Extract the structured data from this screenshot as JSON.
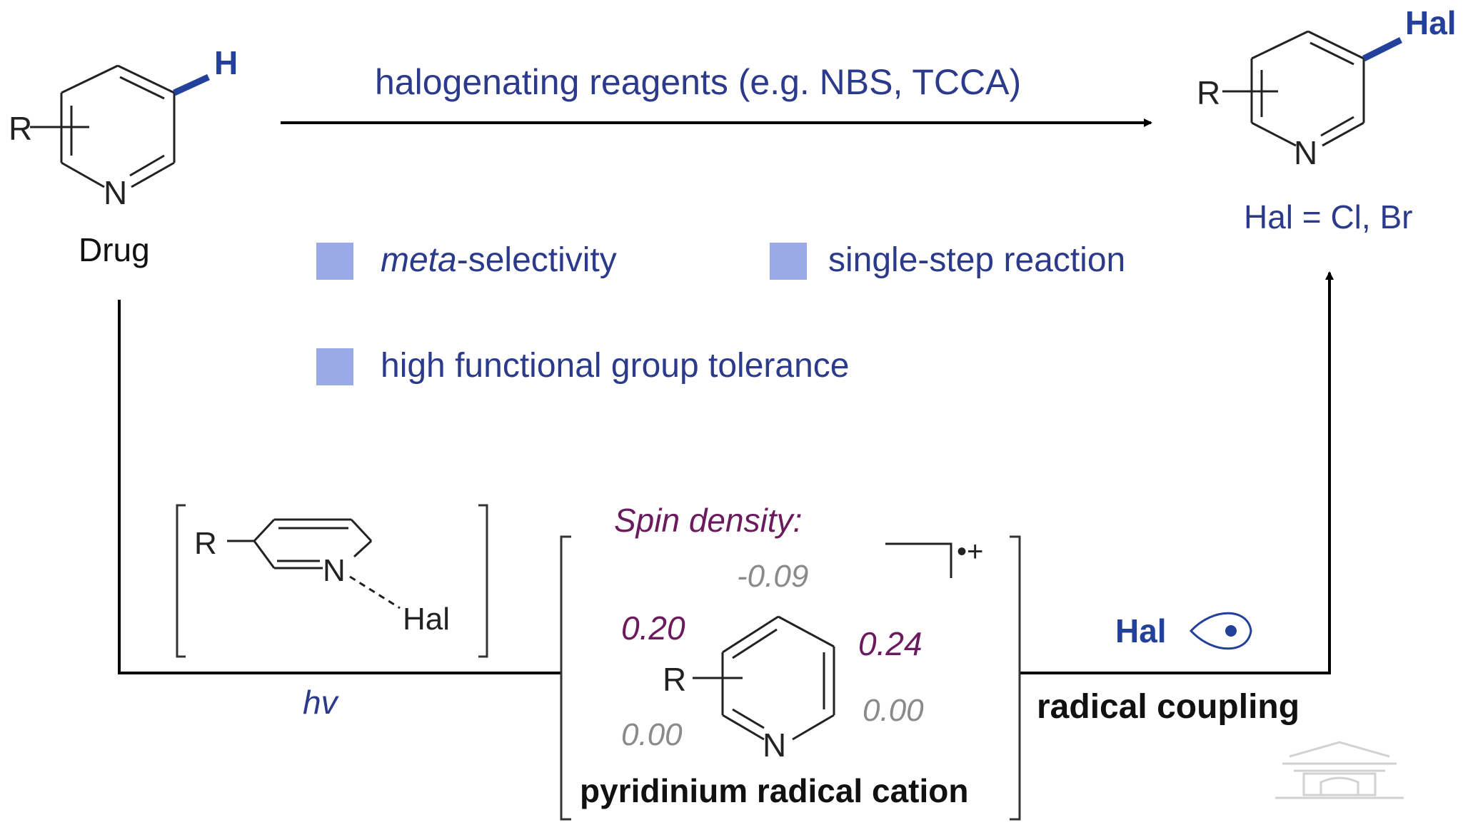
{
  "reaction": {
    "reagents_label": "halogenating reagents (e.g. NBS, TCCA)",
    "hv_label": "hv",
    "radical_coupling_label": "radical coupling"
  },
  "drug": {
    "label": "Drug",
    "r_label": "R",
    "n_label": "N",
    "h_label": "H"
  },
  "product": {
    "r_label": "R",
    "n_label": "N",
    "hal_label": "Hal",
    "definition": "Hal = Cl, Br"
  },
  "features": [
    {
      "prefix": "meta",
      "text": "-selectivity"
    },
    {
      "text": "single-step reaction"
    },
    {
      "text": "high functional group tolerance"
    }
  ],
  "complex": {
    "r_label": "R",
    "n_label": "N",
    "hal_label": "Hal"
  },
  "radical_cation": {
    "spin_title": "Spin density:",
    "charge": "•+",
    "r_label": "R",
    "n_label": "N",
    "values": [
      "-0.09",
      "0.20",
      "0.24",
      "0.00",
      "0.00"
    ],
    "caption": "pyridinium radical cation"
  },
  "hal_radical": {
    "label": "Hal"
  },
  "colors": {
    "navy": "#2b3a8a",
    "blue_bond": "#23409a",
    "square": "#9aaae6",
    "purple": "#6b1a5e",
    "gray": "#8a8a8a",
    "black": "#000000"
  }
}
